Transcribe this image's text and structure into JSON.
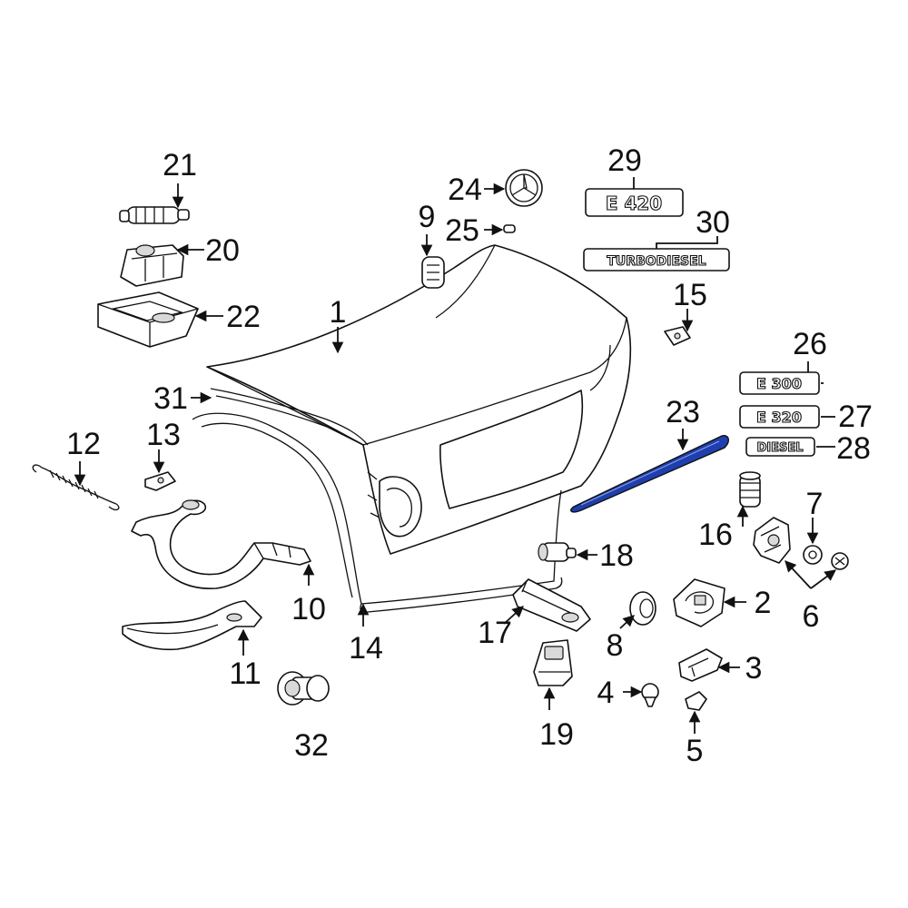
{
  "highlight_color": "#1f3fae",
  "callouts": {
    "n1": "1",
    "n2": "2",
    "n3": "3",
    "n4": "4",
    "n5": "5",
    "n6": "6",
    "n7": "7",
    "n8": "8",
    "n9": "9",
    "n10": "10",
    "n11": "11",
    "n12": "12",
    "n13": "13",
    "n14": "14",
    "n15": "15",
    "n16": "16",
    "n17": "17",
    "n18": "18",
    "n19": "19",
    "n20": "20",
    "n21": "21",
    "n22": "22",
    "n23": "23",
    "n24": "24",
    "n25": "25",
    "n26": "26",
    "n27": "27",
    "n28": "28",
    "n29": "29",
    "n30": "30",
    "n31": "31",
    "n32": "32"
  },
  "badges": {
    "e420": "E 420",
    "turbodiesel": "TURBODIESEL",
    "e300": "E 300",
    "e320": "E 320",
    "diesel": "DIESEL"
  }
}
